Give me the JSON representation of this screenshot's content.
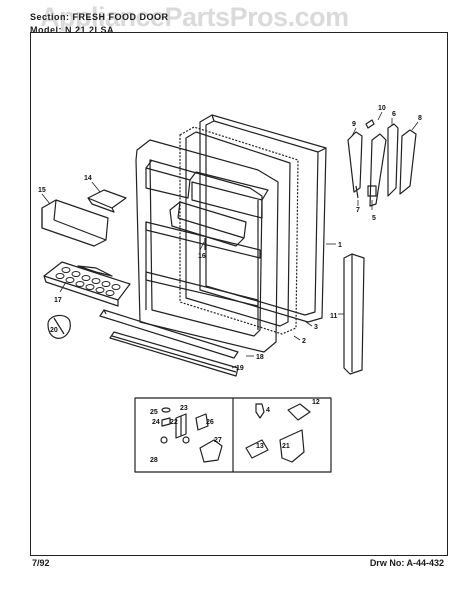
{
  "header": {
    "section_line": "Section: FRESH FOOD DOOR",
    "model_line": "Model: N   21     2LSA"
  },
  "watermark": "AppliancePartsPros.com",
  "footer": {
    "date": "7/92",
    "drawing_number": "Drw No: A-44-432"
  },
  "callouts": [
    "1",
    "2",
    "3",
    "4",
    "5",
    "6",
    "7",
    "8",
    "9",
    "10",
    "11",
    "12",
    "13",
    "14",
    "15",
    "16",
    "17",
    "18",
    "19",
    "20",
    "21",
    "22",
    "23",
    "24",
    "25",
    "26",
    "27",
    "28"
  ]
}
